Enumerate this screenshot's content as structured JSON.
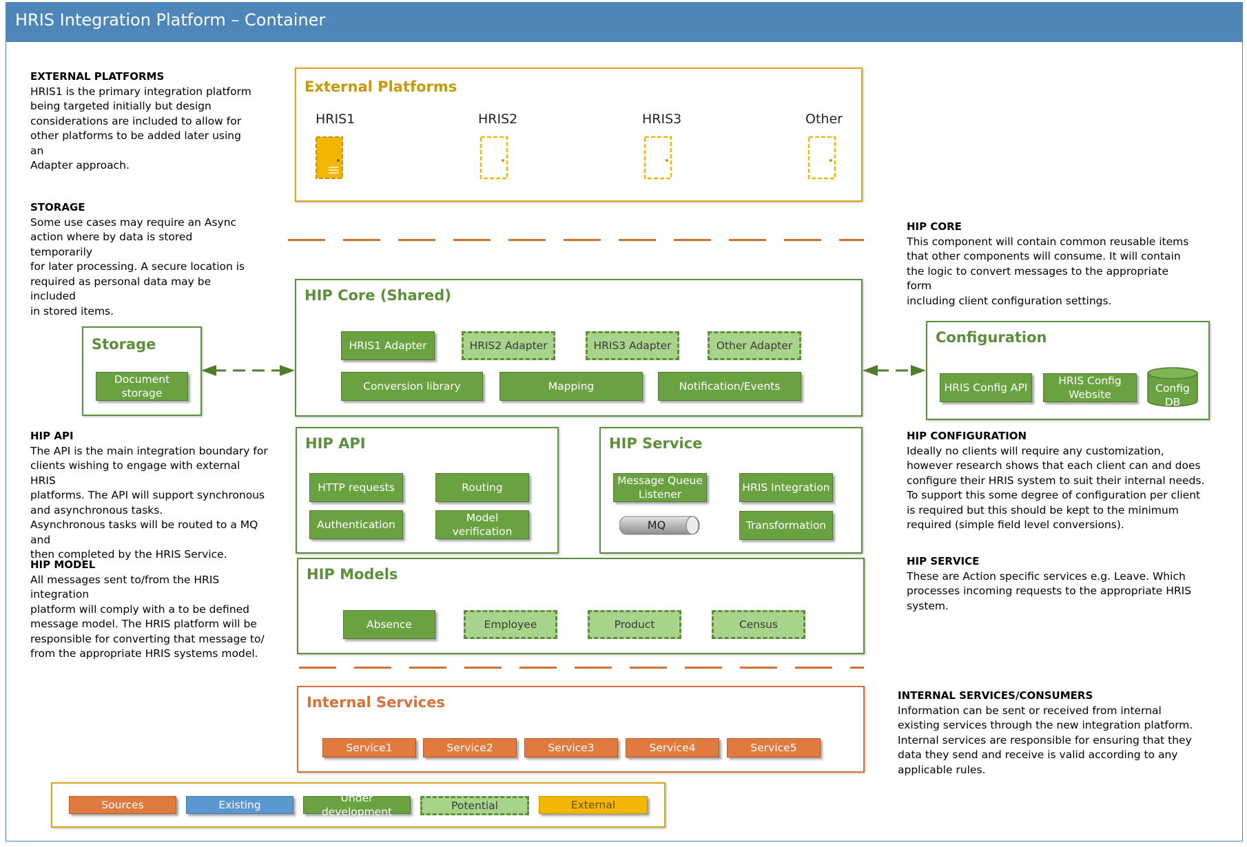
{
  "title": "HRIS Integration Platform – Container",
  "notes": {
    "external_platforms": {
      "heading": "EXTERNAL PLATFORMS",
      "body": "HRIS1 is the primary integration platform\nbeing targeted initially but design\nconsiderations are included to allow for\nother platforms to be added later using an\nAdapter approach."
    },
    "storage": {
      "heading": "STORAGE",
      "body": "Some use cases may require an Async\naction where by data is stored temporarily\nfor later processing.  A secure location is\nrequired as personal data may be included\nin stored items."
    },
    "hip_api": {
      "heading": "HIP API",
      "body": "The API is the main integration boundary for\nclients wishing to engage with external HRIS\nplatforms.  The API will support synchronous\nand asynchronous tasks.\nAsynchronous tasks will be routed to a MQ and\nthen completed by the HRIS Service."
    },
    "hip_model": {
      "heading": "HIP MODEL",
      "body": "All messages sent to/from the HRIS integration\nplatform will comply with a to be defined\nmessage model.  The HRIS platform will be\nresponsible for converting that message to/\nfrom the appropriate HRIS systems model."
    },
    "hip_core": {
      "heading": "HIP CORE",
      "body": "This component will contain common reusable items\nthat other components will consume.  It will contain\nthe logic to convert messages to the appropriate form\nincluding client configuration settings."
    },
    "hip_configuration": {
      "heading": "HIP CONFIGURATION",
      "body": "Ideally no clients will require any customization,\nhowever research shows that each client can and does\nconfigure their HRIS system to suit their internal needs.\nTo support this some degree of configuration per client\nis required but this should be kept to the minimum\nrequired (simple field level conversions)."
    },
    "hip_service": {
      "heading": "HIP SERVICE",
      "body": "These are Action specific services e.g. Leave.  Which\nprocesses incoming requests to the appropriate HRIS\nsystem."
    },
    "internal_services": {
      "heading": "INTERNAL SERVICES/CONSUMERS",
      "body": "Information can be sent or received from internal\nexisting services through the new integration platform.\nInternal services are responsible for ensuring that they\ndata they send and receive is valid according to any\napplicable rules."
    }
  },
  "external_platforms": {
    "title": "External Platforms",
    "platforms": [
      "HRIS1",
      "HRIS2",
      "HRIS3",
      "Other"
    ]
  },
  "storage": {
    "title": "Storage",
    "document_storage": "Document storage"
  },
  "hip_core": {
    "title": "HIP Core (Shared)",
    "adapters": [
      "HRIS1 Adapter",
      "HRIS2 Adapter",
      "HRIS3 Adapter",
      "Other Adapter"
    ],
    "libs": [
      "Conversion library",
      "Mapping",
      "Notification/Events"
    ]
  },
  "configuration": {
    "title": "Configuration",
    "items": [
      "HRIS Config API",
      "HRIS Config Website",
      "Config DB"
    ]
  },
  "hip_api": {
    "title": "HIP API",
    "items": [
      "HTTP requests",
      "Routing",
      "Authentication",
      "Model verification"
    ]
  },
  "hip_service": {
    "title": "HIP Service",
    "items": [
      "Message Queue Listener",
      "HRIS Integration",
      "MQ",
      "Transformation"
    ]
  },
  "hip_models": {
    "title": "HIP Models",
    "items": [
      "Absence",
      "Employee",
      "Product",
      "Census"
    ]
  },
  "internal_services": {
    "title": "Internal Services",
    "items": [
      "Service1",
      "Service2",
      "Service3",
      "Service4",
      "Service5"
    ]
  },
  "legend": {
    "items": [
      "Sources",
      "Existing",
      "Under development",
      "Potential",
      "External"
    ]
  },
  "colors": {
    "header": "#4f86b9",
    "under_development": "#6aa242",
    "potential": "#a8d38b",
    "sources": "#e07a3e",
    "existing": "#5b97d0",
    "external": "#f2b705"
  }
}
